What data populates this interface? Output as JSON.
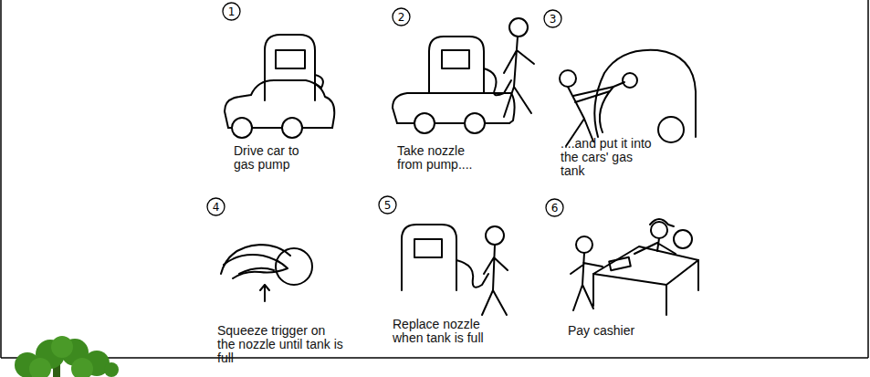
{
  "diagram": {
    "nodes": [
      {
        "text": [
          "1"
        ]
      },
      {
        "text": [
          "2"
        ]
      },
      {
        "text": [
          "3"
        ]
      },
      {
        "text": [
          "4"
        ]
      },
      {
        "text": [
          "5"
        ]
      },
      {
        "text": [
          "6"
        ]
      }
    ],
    "labels": [
      "Drive car to gas pump",
      "Take nozzle from pump....",
      "....and put it into the cars' gas tank",
      "Squeeze trigger on the nozzle until tank is full",
      "Replace nozzle when tank is full",
      "Pay cashier"
    ]
  }
}
